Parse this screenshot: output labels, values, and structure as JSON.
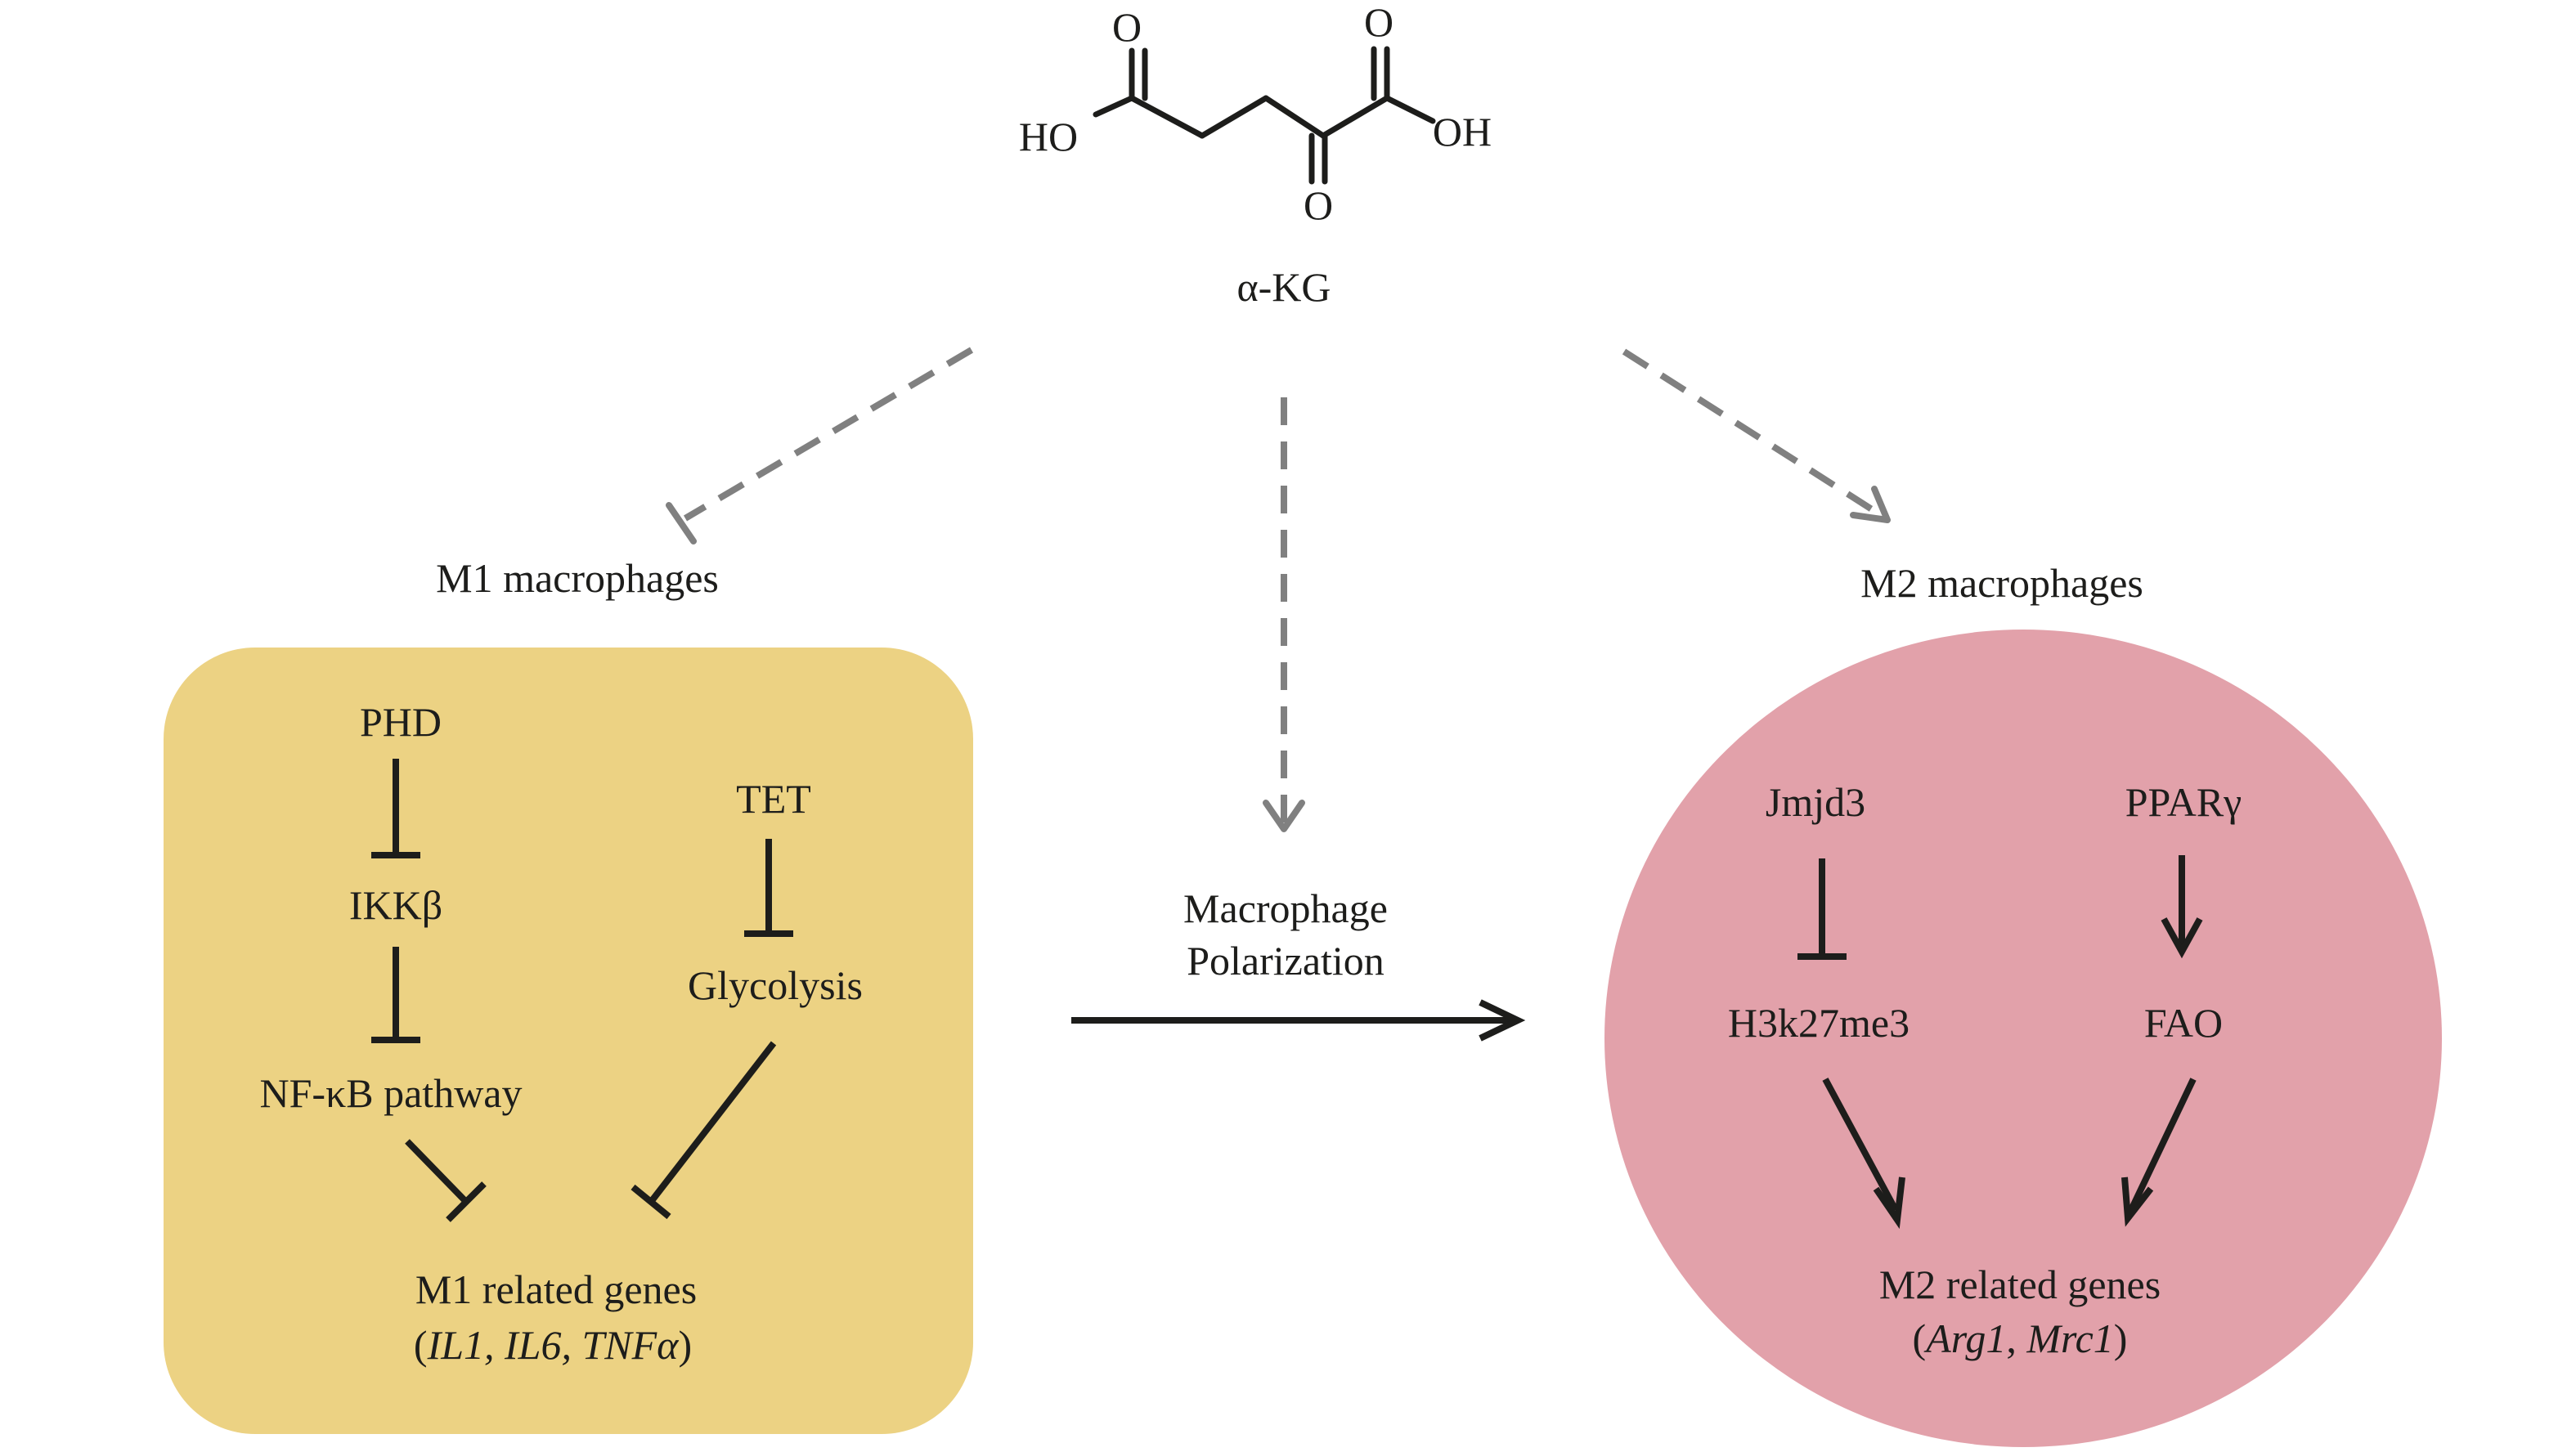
{
  "molecule": {
    "name": "α-KG",
    "atoms": {
      "o_top_left": "O",
      "o_top_right": "O",
      "o_bottom": "O",
      "ho": "HO",
      "oh": "OH"
    }
  },
  "m1": {
    "title": "M1 macrophages",
    "box_color": "#ecd283",
    "phd": "PHD",
    "ikkb": "IKKβ",
    "nfkb": "NF-κB pathway",
    "tet": "TET",
    "glycolysis": "Glycolysis",
    "genes_title": "M1 related genes",
    "genes_open": "(",
    "genes_list": "IL1, IL6, TNFα",
    "genes_close": ")"
  },
  "center": {
    "line1": "Macrophage",
    "line2": "Polarization"
  },
  "m2": {
    "title": "M2 macrophages",
    "circle_color": "#e2a1aa",
    "jmjd3": "Jmjd3",
    "ppar": "PPARγ",
    "h3k27": "H3k27me3",
    "fao": "FAO",
    "genes_title": "M2 related genes",
    "genes_open": "(",
    "gene_a": "Arg1",
    "genes_sep": ", ",
    "gene_b": "Mrc1",
    "genes_close": ")"
  },
  "colors": {
    "text": "#1d1d1b",
    "dashed_arrow": "#808080"
  }
}
